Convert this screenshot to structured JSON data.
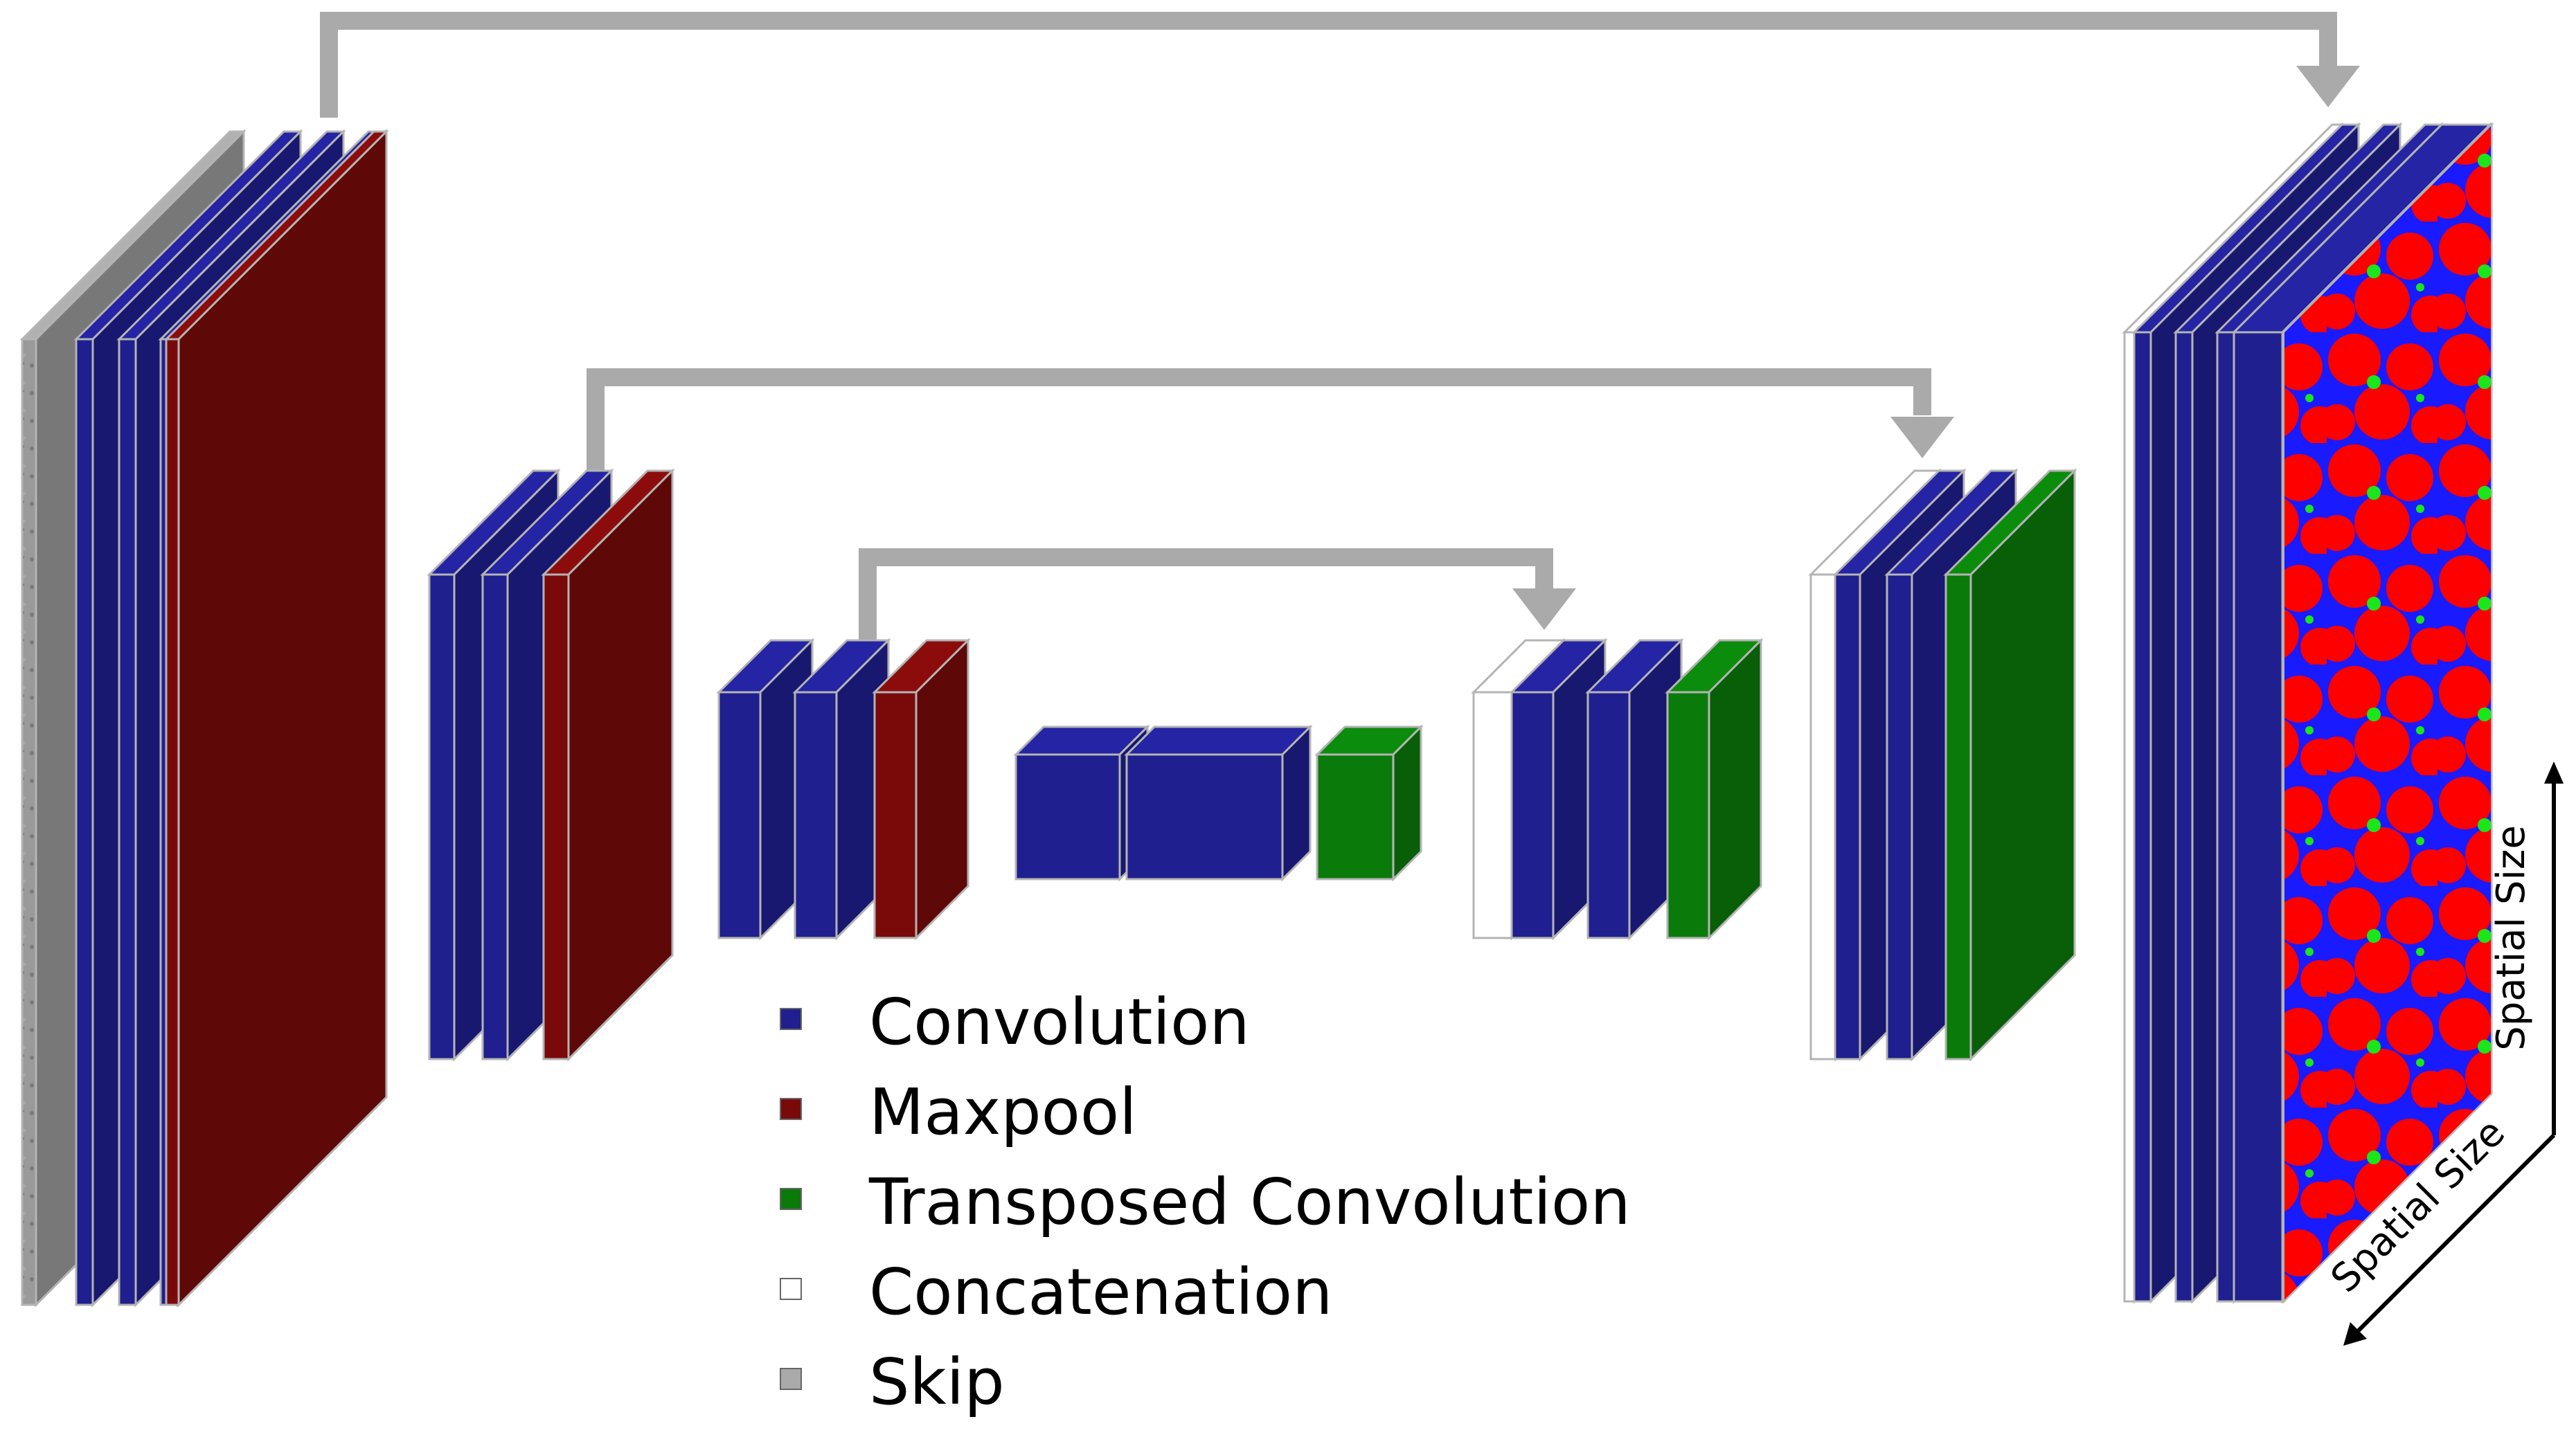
{
  "colors": {
    "convolution": "#1F1F8F",
    "maxpool": "#7A0A0A",
    "transposed_convolution": "#0A7A0A",
    "concatenation": "#FFFFFF",
    "skip": "#AAAAAA",
    "seg_background": "#FF0000",
    "seg_class_a": "#1A1AFF",
    "seg_class_b": "#1AE61A",
    "input_image": "#9A9A9A"
  },
  "legend": [
    {
      "key": "convolution",
      "label": "Convolution"
    },
    {
      "key": "maxpool",
      "label": "Maxpool"
    },
    {
      "key": "transposed_convolution",
      "label": "Transposed Convolution"
    },
    {
      "key": "concatenation",
      "label": "Concatenation"
    },
    {
      "key": "skip",
      "label": "Skip"
    }
  ],
  "axes": {
    "vertical_label": "Spatial Size",
    "diagonal_label": "Spatial Size"
  },
  "layers": {
    "input_image_icon": "grayscale-microscopy-image",
    "output_image_icon": "segmentation-map"
  }
}
